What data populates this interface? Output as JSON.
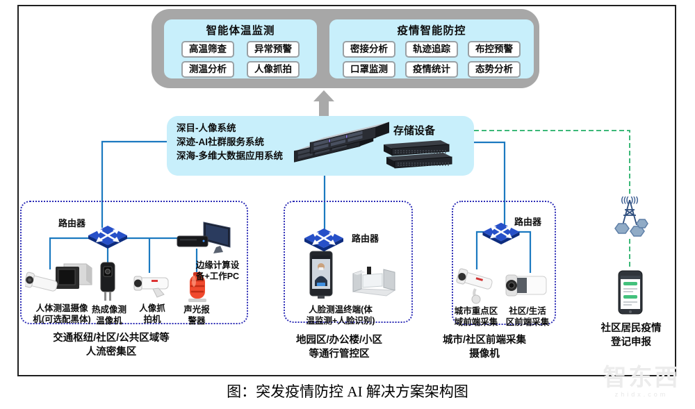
{
  "top_panels": {
    "temp": {
      "title": "智能体温监测",
      "buttons": [
        "高温筛查",
        "异常预警",
        "测温分析",
        "人像抓拍"
      ]
    },
    "epidemic": {
      "title": "疫情智能防控",
      "buttons": [
        "密接分析",
        "轨迹追踪",
        "布控预警",
        "口罩监测",
        "疫情统计",
        "态势分析"
      ]
    }
  },
  "platform": {
    "systems": "深目-人像系统\n深迹-AI社群服务系统\n深海-多维大数据应用系统",
    "storage_label": "存储设备"
  },
  "zones": [
    {
      "router_label": "路由器",
      "devices": [
        {
          "label": "人体测温摄像\n机(可选配黑体)"
        },
        {
          "label": "热成像测\n温像机"
        },
        {
          "label": "人像抓\n拍机"
        },
        {
          "label": "声光报\n警器"
        },
        {
          "label": "边缘计算设\n备+工作PC"
        }
      ],
      "caption": "交通枢纽/社区/公共区域等\n人流密集区"
    },
    {
      "router_label": "路由器",
      "devices": [
        {
          "label": "人脸测温终端(体\n温监测+人脸识别)"
        }
      ],
      "caption": "地园区/办公楼/小区\n等通行管控区"
    },
    {
      "router_label": "路由器",
      "devices": [
        {
          "label": "城市重点区\n域前端采集"
        },
        {
          "label": "社区/生活\n区前端采集"
        }
      ],
      "caption": "城市/社区前端采集\n摄像机"
    }
  ],
  "mobile_report": {
    "signal": "((( )))",
    "caption": "社区居民疫情\n登记申报"
  },
  "figure_caption": "图：突发疫情防控 AI 解决方案架构图",
  "watermark": {
    "brand": "智东西",
    "domain": "zhidx.com"
  },
  "colors": {
    "panel_cyan": "#c8effb",
    "frame_gray": "#a7a7a7",
    "line_blue": "#1b79c0",
    "line_green": "#3cb878",
    "dashed_blue": "#2a2ab5"
  }
}
